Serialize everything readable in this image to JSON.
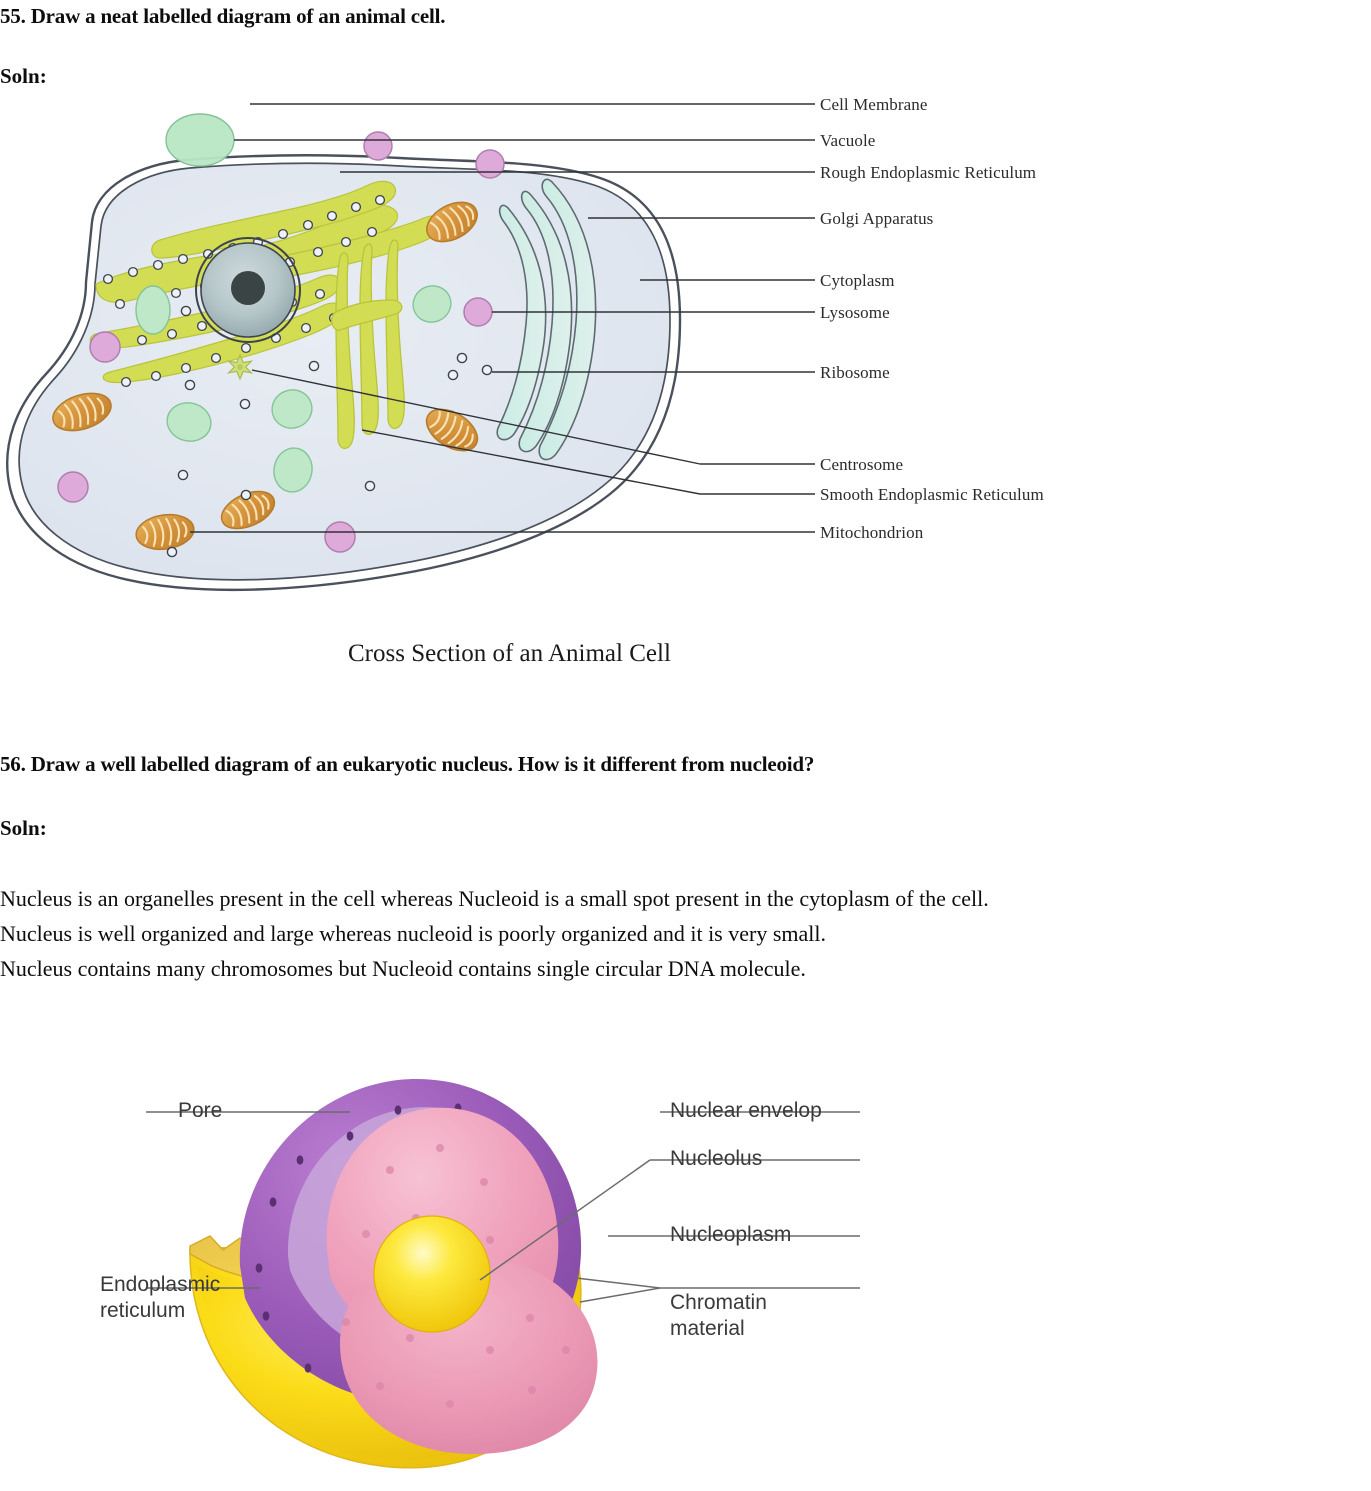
{
  "questions": [
    {
      "number_text": "55. Draw a neat labelled diagram of an animal cell.",
      "soln_label": "Soln:"
    },
    {
      "number_text": "56. Draw a well labelled diagram of an eukaryotic nucleus. How is it different from nucleoid?",
      "soln_label": "Soln:"
    }
  ],
  "answer_56": {
    "line1": "Nucleus is an organelles present in the cell whereas Nucleoid is a small spot present in the cytoplasm of the cell.",
    "line2": "Nucleus is well organized and large whereas nucleoid is poorly organized and it is very small.",
    "line3": " Nucleus contains many chromosomes but Nucleoid contains single circular DNA molecule."
  },
  "animal_cell": {
    "caption": "Cross Section of an Animal Cell",
    "labels": [
      {
        "id": "cell-membrane",
        "text": "Cell Membrane"
      },
      {
        "id": "vacuole",
        "text": "Vacuole"
      },
      {
        "id": "rough-er",
        "text": "Rough Endoplasmic Reticulum"
      },
      {
        "id": "golgi",
        "text": "Golgi Apparatus"
      },
      {
        "id": "cytoplasm",
        "text": "Cytoplasm"
      },
      {
        "id": "lysosome",
        "text": "Lysosome"
      },
      {
        "id": "ribosome",
        "text": "Ribosome"
      },
      {
        "id": "centrosome",
        "text": "Centrosome"
      },
      {
        "id": "smooth-er",
        "text": "Smooth Endoplasmic Reticulum"
      },
      {
        "id": "mitochondrion",
        "text": "Mitochondrion"
      }
    ],
    "colors": {
      "cytoplasm": "#e3e8f0",
      "membrane_stroke": "#3d4450",
      "er_green": "#cdd94a",
      "golgi_teal": "#bfe6dd",
      "mitochondrion": "#d9953f",
      "lysosome_pink": "#ddaad9",
      "vacuole_green": "#b8e6c4",
      "nucleus_gray": "#9fb3b6",
      "leader_line": "#2f3338"
    }
  },
  "nucleus_diagram": {
    "labels": [
      {
        "id": "pore",
        "text": "Pore"
      },
      {
        "id": "endoplasmic-reticulum",
        "line1": "Endoplasmic",
        "line2": "reticulum"
      },
      {
        "id": "nuclear-envelop",
        "text": "Nuclear envelop"
      },
      {
        "id": "nucleolus",
        "text": "Nucleolus"
      },
      {
        "id": "nucleoplasm",
        "text": "Nucleoplasm"
      },
      {
        "id": "chromatin-material",
        "line1": "Chromatin",
        "line2": "material"
      }
    ],
    "colors": {
      "envelope_purple": "#9b59b6",
      "nucleoplasm_pink": "#f0a3bd",
      "nucleolus_yellow": "#f9d421",
      "er_gold": "#f5d410",
      "er_shadow": "#d9a82a",
      "leader_line": "#6b6b6b"
    }
  }
}
